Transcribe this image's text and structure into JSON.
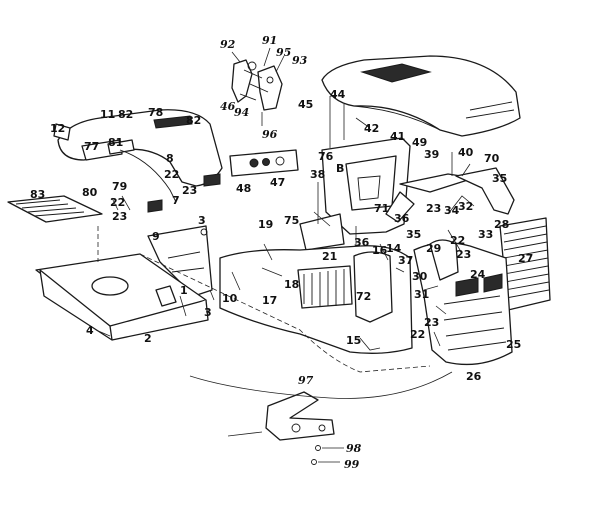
{
  "callouts": [
    {
      "id": "c92",
      "text": "92"
    },
    {
      "id": "c91",
      "text": "91"
    },
    {
      "id": "c95",
      "text": "95"
    },
    {
      "id": "c93",
      "text": "93"
    },
    {
      "id": "c46",
      "text": "46"
    },
    {
      "id": "c94",
      "text": "94"
    },
    {
      "id": "c96",
      "text": "96"
    },
    {
      "id": "c44",
      "text": "44"
    },
    {
      "id": "c45",
      "text": "45"
    },
    {
      "id": "c42",
      "text": "42"
    },
    {
      "id": "c41",
      "text": "41"
    },
    {
      "id": "c49",
      "text": "49"
    },
    {
      "id": "c76",
      "text": "76"
    },
    {
      "id": "cB",
      "text": "B"
    },
    {
      "id": "c12",
      "text": "12"
    },
    {
      "id": "c11",
      "text": "11"
    },
    {
      "id": "c82a",
      "text": "82"
    },
    {
      "id": "c78",
      "text": "78"
    },
    {
      "id": "c82b",
      "text": "82"
    },
    {
      "id": "c77",
      "text": "77"
    },
    {
      "id": "c81",
      "text": "81"
    },
    {
      "id": "c8",
      "text": "8"
    },
    {
      "id": "c22a",
      "text": "22"
    },
    {
      "id": "c23a",
      "text": "23"
    },
    {
      "id": "c48",
      "text": "48"
    },
    {
      "id": "c47",
      "text": "47"
    },
    {
      "id": "c83",
      "text": "83"
    },
    {
      "id": "c80",
      "text": "80"
    },
    {
      "id": "c79",
      "text": "79"
    },
    {
      "id": "c22b",
      "text": "22"
    },
    {
      "id": "c7",
      "text": "7"
    },
    {
      "id": "c23b",
      "text": "23"
    },
    {
      "id": "c38",
      "text": "38"
    },
    {
      "id": "c39",
      "text": "39"
    },
    {
      "id": "c40",
      "text": "40"
    },
    {
      "id": "c70",
      "text": "70"
    },
    {
      "id": "c35a",
      "text": "35"
    },
    {
      "id": "c71",
      "text": "71"
    },
    {
      "id": "c75",
      "text": "75"
    },
    {
      "id": "c36a",
      "text": "36"
    },
    {
      "id": "c23c",
      "text": "23"
    },
    {
      "id": "c34",
      "text": "34"
    },
    {
      "id": "c32",
      "text": "32"
    },
    {
      "id": "c33",
      "text": "33"
    },
    {
      "id": "c28",
      "text": "28"
    },
    {
      "id": "c9",
      "text": "9"
    },
    {
      "id": "c3a",
      "text": "3"
    },
    {
      "id": "c19",
      "text": "19"
    },
    {
      "id": "c36b",
      "text": "36"
    },
    {
      "id": "c35b",
      "text": "35"
    },
    {
      "id": "c22c",
      "text": "22"
    },
    {
      "id": "c29",
      "text": "29"
    },
    {
      "id": "c23d",
      "text": "23"
    },
    {
      "id": "c21",
      "text": "21"
    },
    {
      "id": "c16",
      "text": "16"
    },
    {
      "id": "c14",
      "text": "14"
    },
    {
      "id": "c37",
      "text": "37"
    },
    {
      "id": "c27",
      "text": "27"
    },
    {
      "id": "c30",
      "text": "30"
    },
    {
      "id": "c24",
      "text": "24"
    },
    {
      "id": "c18",
      "text": "18"
    },
    {
      "id": "c31",
      "text": "31"
    },
    {
      "id": "c72",
      "text": "72"
    },
    {
      "id": "c10",
      "text": "10"
    },
    {
      "id": "c17",
      "text": "17"
    },
    {
      "id": "c1",
      "text": "1"
    },
    {
      "id": "c3b",
      "text": "3"
    },
    {
      "id": "c4",
      "text": "4"
    },
    {
      "id": "c2",
      "text": "2"
    },
    {
      "id": "c22d",
      "text": "22"
    },
    {
      "id": "c23e",
      "text": "23"
    },
    {
      "id": "c15",
      "text": "15"
    },
    {
      "id": "c25",
      "text": "25"
    },
    {
      "id": "c26",
      "text": "26"
    },
    {
      "id": "c97",
      "text": "97"
    },
    {
      "id": "c98",
      "text": "98"
    },
    {
      "id": "c99",
      "text": "99"
    }
  ]
}
